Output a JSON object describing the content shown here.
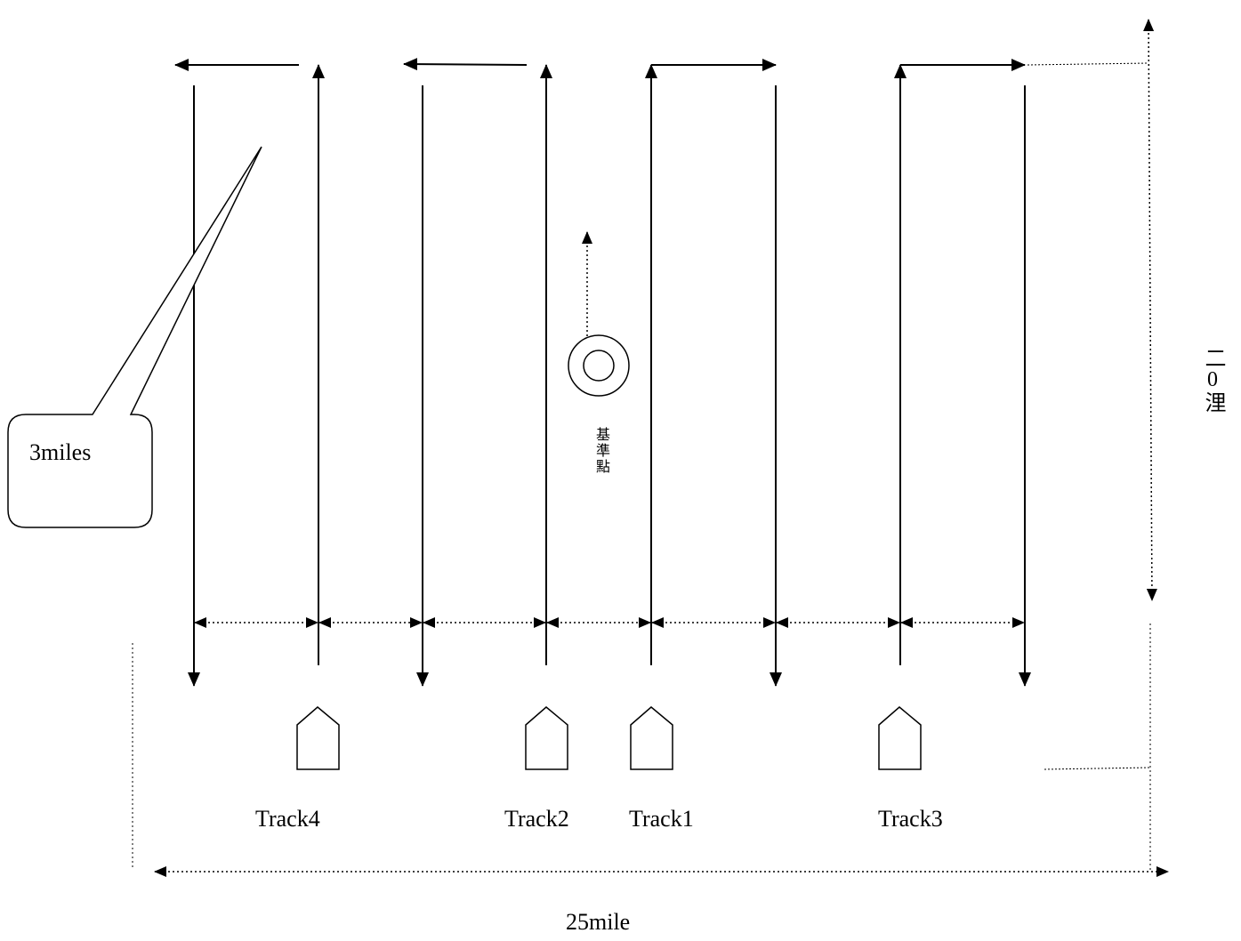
{
  "diagram": {
    "tracks": [
      {
        "label": "Track4"
      },
      {
        "label": "Track2"
      },
      {
        "label": "Track1"
      },
      {
        "label": "Track3"
      }
    ],
    "reference_point_label": "基準點",
    "track_spacing_callout": "3miles",
    "area_width_label": "25mile",
    "area_height_label": "二0浬"
  }
}
